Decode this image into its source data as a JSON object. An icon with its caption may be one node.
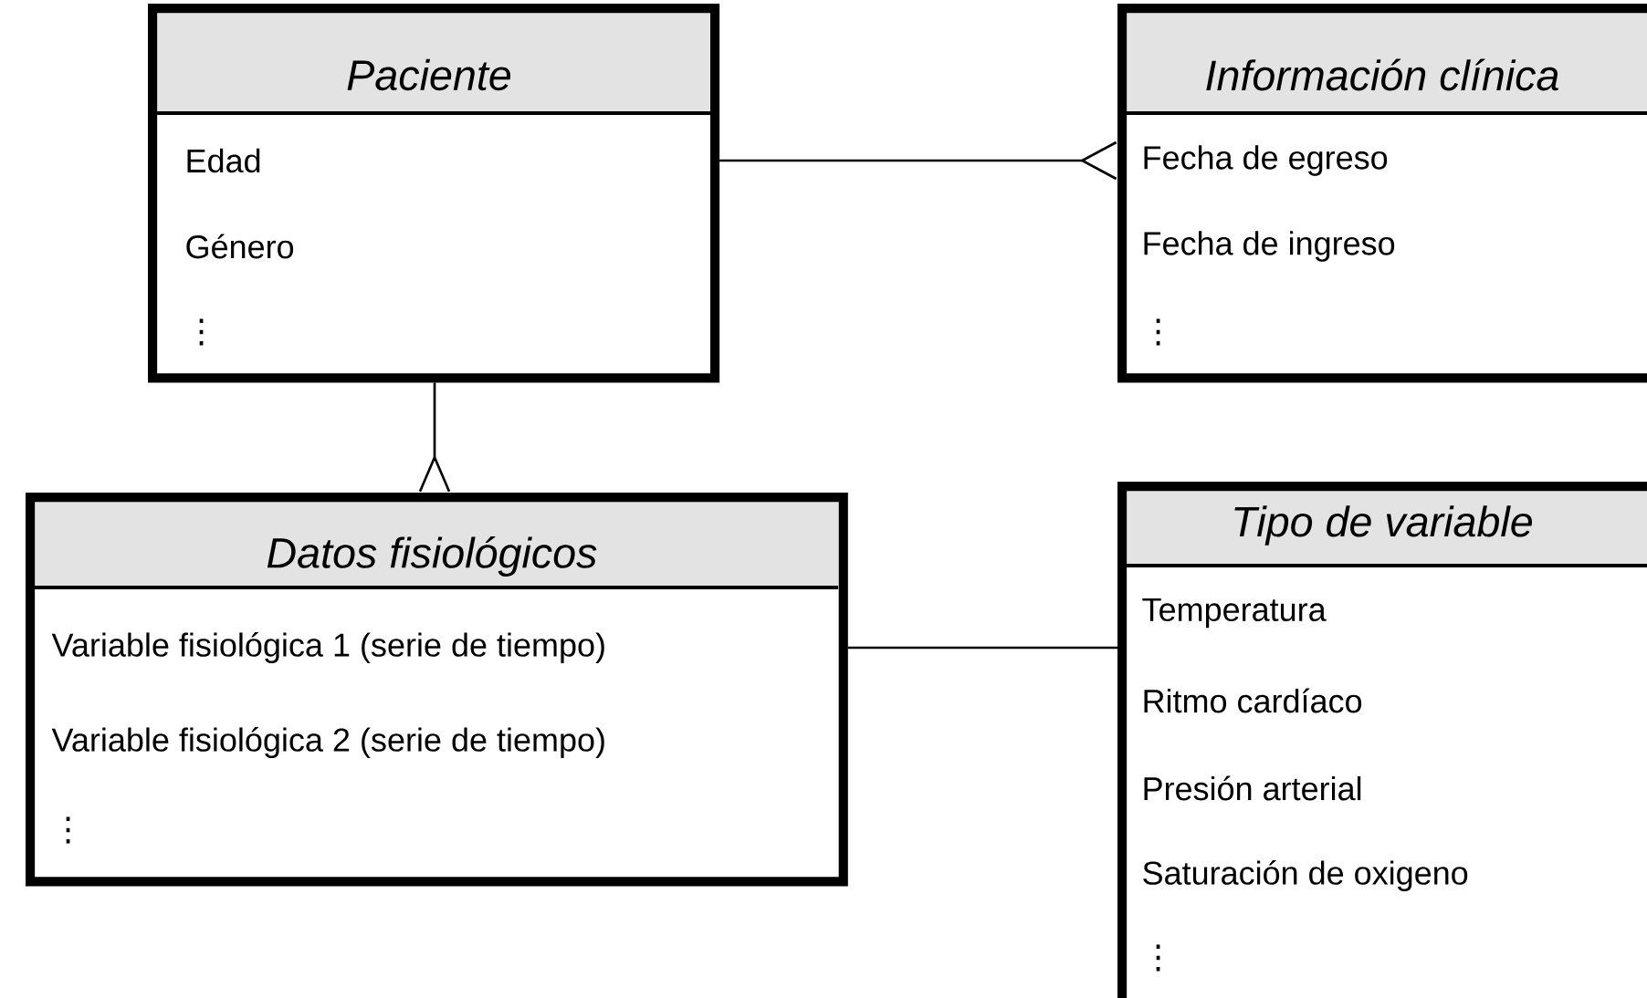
{
  "diagram": {
    "nodes": [
      {
        "text": [
          "Paciente",
          "Edad",
          "Género",
          "⋮"
        ]
      },
      {
        "text": [
          "Información clínica",
          "Fecha de egreso",
          "Fecha de ingreso",
          "⋮"
        ]
      },
      {
        "text": [
          "Datos fisiológicos",
          "Variable fisiológica 1 (serie de tiempo)",
          "Variable fisiológica 2 (serie de tiempo)",
          "⋮"
        ]
      },
      {
        "text": [
          "Tipo de variable",
          "Temperatura",
          "Ritmo cardíaco",
          "Presión arterial",
          "Saturación de oxigeno",
          "⋮"
        ]
      }
    ],
    "edges": [
      {
        "from": 0,
        "to": 1,
        "arrow": "other"
      },
      {
        "from": 0,
        "to": 2,
        "arrow": "other"
      },
      {
        "from": 2,
        "to": 3,
        "arrow": "none"
      }
    ]
  }
}
